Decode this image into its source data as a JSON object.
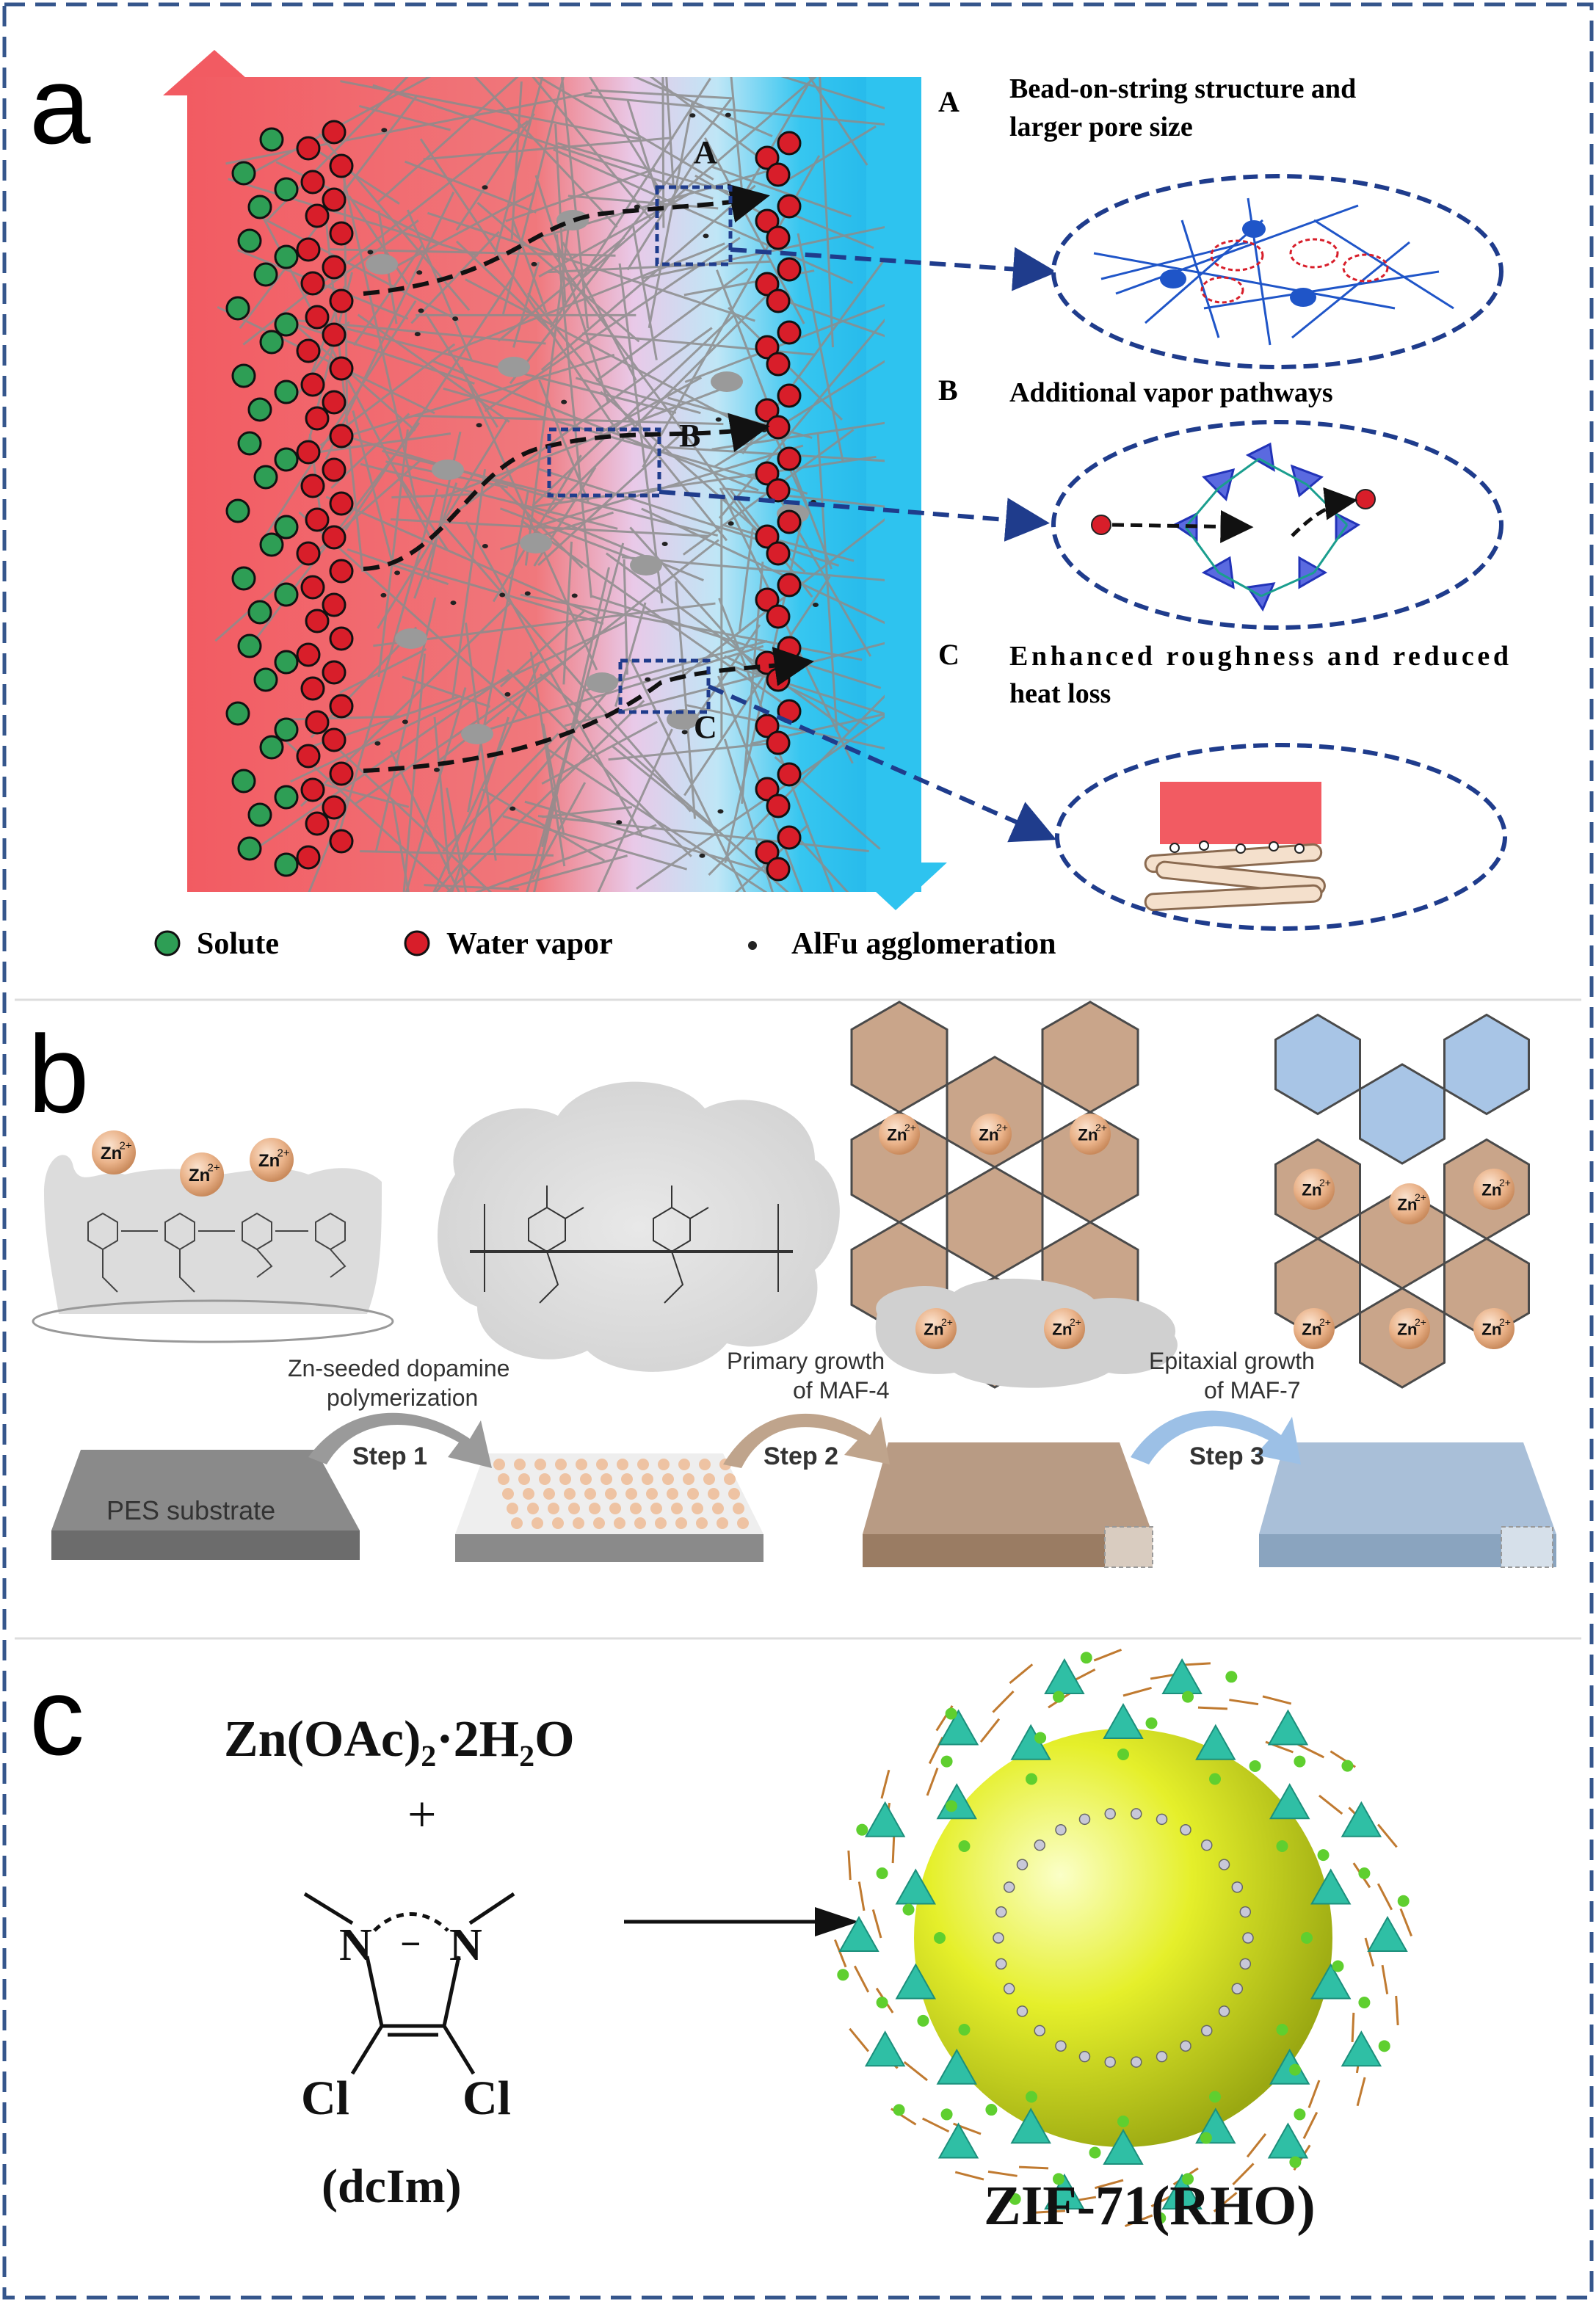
{
  "panel_a": {
    "letter": "a",
    "markers": {
      "A": "A",
      "B": "B",
      "C": "C"
    },
    "annotations": {
      "A": {
        "letter": "A",
        "line1": "Bead-on-string structure and",
        "line2": "larger pore size"
      },
      "B": {
        "letter": "B",
        "line1": "Additional vapor pathways"
      },
      "C": {
        "letter": "C",
        "line1": "Enhanced roughness and reduced",
        "line2": "heat loss"
      }
    },
    "legend": [
      {
        "label": "Solute",
        "color": "#2e9e55"
      },
      {
        "label": "Water vapor",
        "color": "#d81e2a"
      },
      {
        "label": "AlFu agglomeration",
        "color": "#222222"
      }
    ],
    "colors": {
      "hot": "#f25b62",
      "cold": "#2ec3ef",
      "callout": "#1f3c8c"
    }
  },
  "panel_b": {
    "letter": "b",
    "ion": "Zn",
    "ion_charge": "2+",
    "substrate_label": "PES substrate",
    "steps": [
      {
        "label": "Step 1",
        "caption_line1": "Zn-seeded dopamine",
        "caption_line2": "polymerization"
      },
      {
        "label": "Step 2",
        "caption_line1": "Primary growth",
        "caption_line2": "of MAF-4"
      },
      {
        "label": "Step 3",
        "caption_line1": "Epitaxial growth",
        "caption_line2": "of MAF-7"
      }
    ],
    "colors": {
      "maf4": "#c9a58a",
      "maf7": "#a8c5e6",
      "zn": "#eab38a"
    }
  },
  "panel_c": {
    "letter": "c",
    "reagent": "Zn(OAc)₂·2H₂O",
    "plus": "+",
    "ligand_label": "(dcIm)",
    "atoms": {
      "n": "N",
      "cl": "Cl",
      "minus": "−"
    },
    "product": "ZIF-71(RHO)",
    "colors": {
      "sphere": "#e5ef2a",
      "tetra": "#2fbfa5",
      "cl_atom": "#5fcf2f"
    }
  },
  "frame_color": "#35568c"
}
